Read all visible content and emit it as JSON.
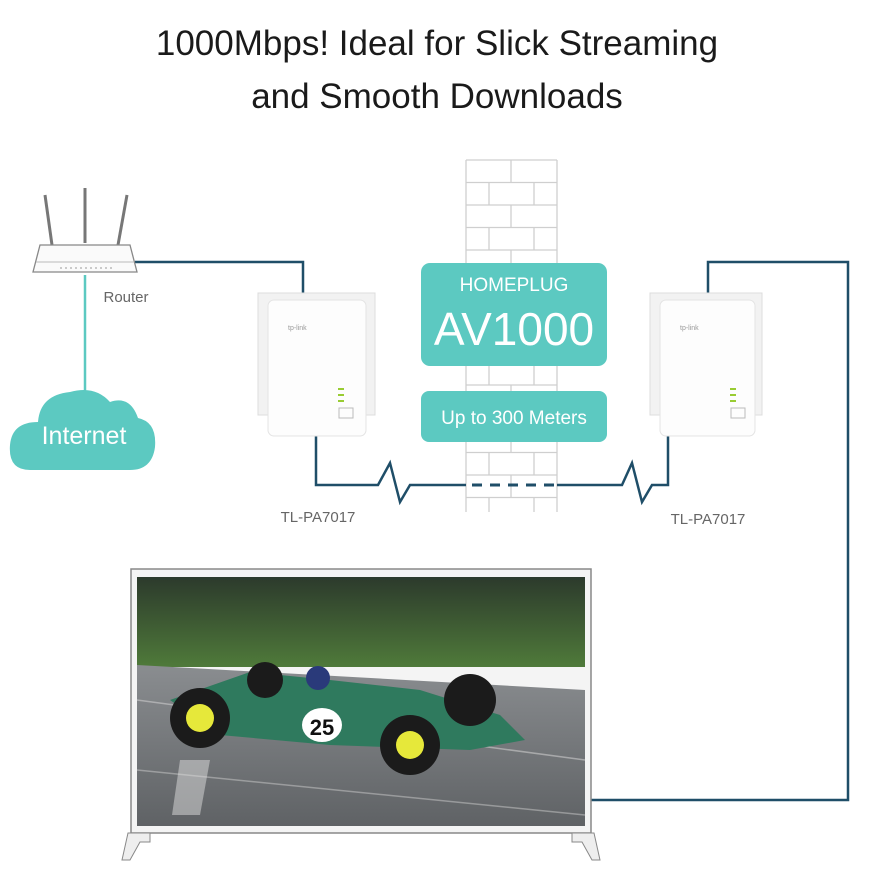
{
  "title": {
    "line1": "1000Mbps! Ideal for Slick Streaming",
    "line2": "and Smooth Downloads"
  },
  "router": {
    "label": "Router"
  },
  "internet": {
    "label": "Internet"
  },
  "homeplug": {
    "line1": "HOMEPLUG",
    "line2": "AV1000"
  },
  "range": {
    "label": "Up to 300 Meters"
  },
  "adapters": [
    {
      "model": "TL-PA7017",
      "brand": "tp-link"
    },
    {
      "model": "TL-PA7017",
      "brand": "tp-link"
    }
  ],
  "tv": {
    "car_number": "25"
  },
  "colors": {
    "teal": "#5cc9c1",
    "wire": "#1f4e68"
  }
}
